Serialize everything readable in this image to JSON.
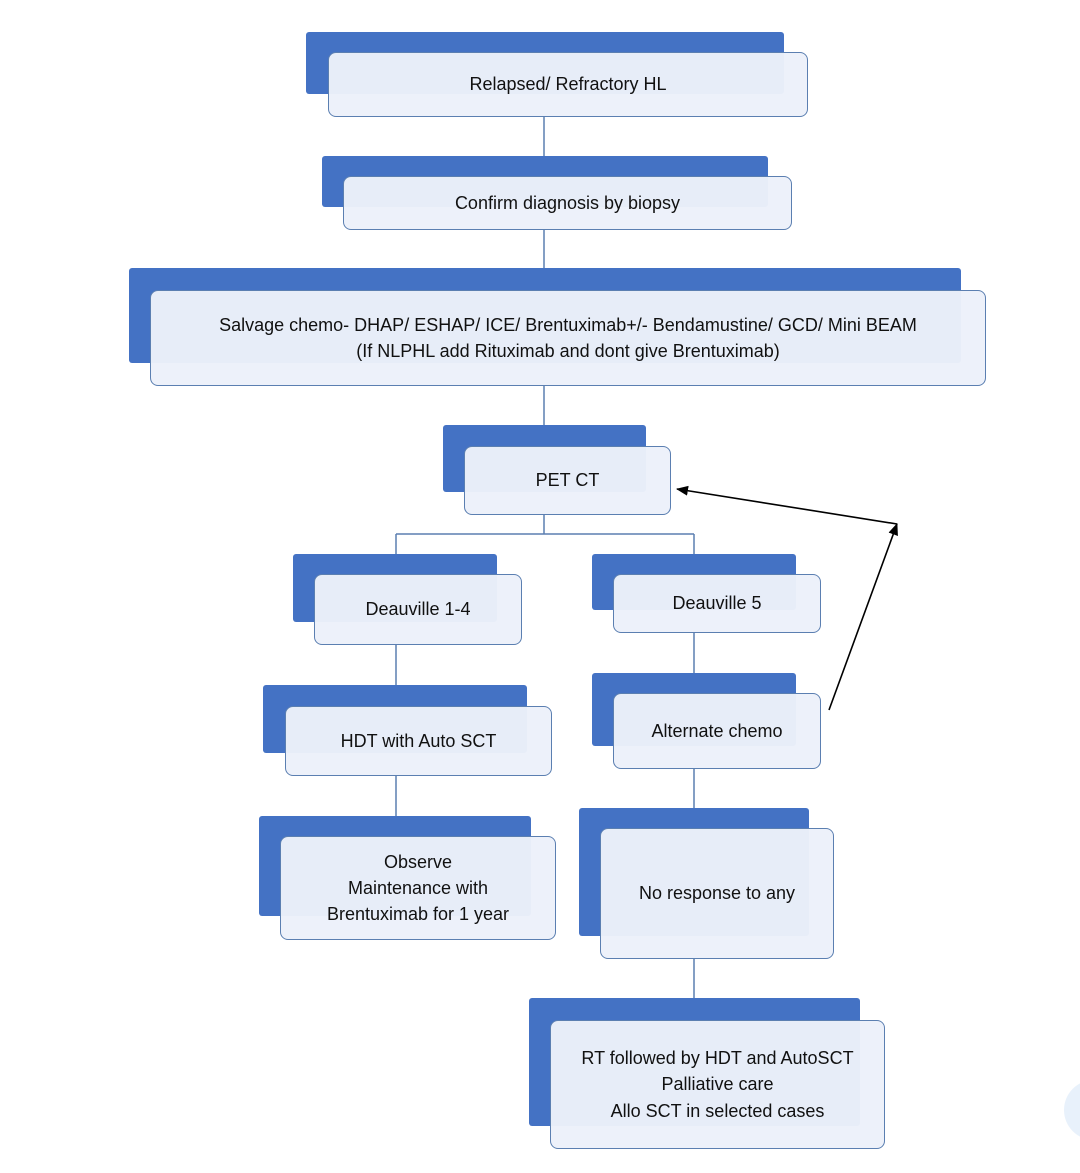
{
  "colors": {
    "box_shadow": "#4472c4",
    "box_fill": "#ecf1fa",
    "box_border": "#5b7fb1",
    "connector": "#5b7fb1",
    "arrow": "#000000"
  },
  "nodes": {
    "relapsed": {
      "lines": [
        "Relapsed/ Refractory HL"
      ]
    },
    "confirm": {
      "lines": [
        "Confirm diagnosis by biopsy"
      ]
    },
    "salvage": {
      "lines": [
        "Salvage chemo- DHAP/ ESHAP/ ICE/ Brentuximab+/- Bendamustine/ GCD/ Mini BEAM",
        "(If NLPHL add Rituximab and dont give Brentuximab)"
      ]
    },
    "petct": {
      "lines": [
        "PET CT"
      ]
    },
    "deauville14": {
      "lines": [
        "Deauville 1-4"
      ]
    },
    "deauville5": {
      "lines": [
        "Deauville 5"
      ]
    },
    "hdt": {
      "lines": [
        "HDT with Auto SCT"
      ]
    },
    "alternate": {
      "lines": [
        "Alternate chemo"
      ]
    },
    "observe": {
      "lines": [
        "Observe",
        "Maintenance with",
        "Brentuximab for 1 year"
      ]
    },
    "noresponse": {
      "lines": [
        "No response to any"
      ]
    },
    "rt": {
      "lines": [
        "RT followed by HDT and AutoSCT",
        "Palliative care",
        "Allo SCT in selected cases"
      ]
    }
  }
}
